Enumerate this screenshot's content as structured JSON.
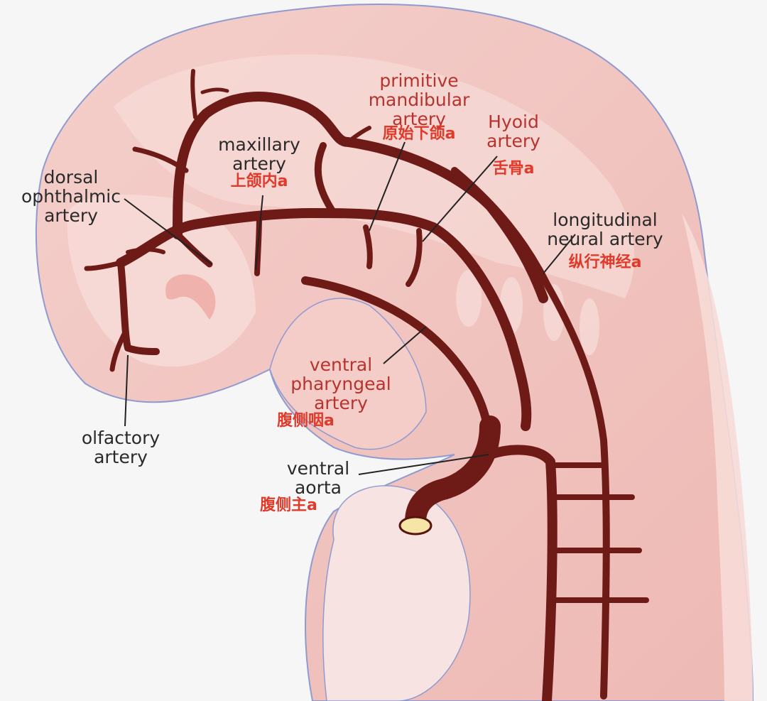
{
  "labels": {
    "maxillary": {
      "en": "maxillary\nartery",
      "cn": "上颌内a"
    },
    "dorsal_ophthalmic": {
      "en": "dorsal\nophthalmic\nartery"
    },
    "primitive_mandibular": {
      "en": "primitive\nmandibular\nartery",
      "cn": "原始下颌a"
    },
    "hyoid": {
      "en": "Hyoid\nartery",
      "cn": "舌骨a"
    },
    "longitudinal_neural": {
      "en": "longitudinal\nneural artery",
      "cn": "纵行神经a"
    },
    "ventral_pharyngeal": {
      "en": "ventral\npharyngeal\nartery",
      "cn": "腹侧咽a"
    },
    "olfactory": {
      "en": "olfactory\nartery"
    },
    "ventral_aorta": {
      "en": "ventral\naorta",
      "cn": "腹侧主a"
    }
  },
  "colors": {
    "background": "#f6f6f7",
    "body_pink": "#f2c4c0",
    "body_light": "#f7dbd7",
    "outline": "#8f9bd0",
    "artery": "#6e1a16",
    "artery_highlight": "#9a3a30",
    "label_dark": "#2a2a2a",
    "label_red": "#b8332e",
    "label_cn": "#e03a2a"
  }
}
